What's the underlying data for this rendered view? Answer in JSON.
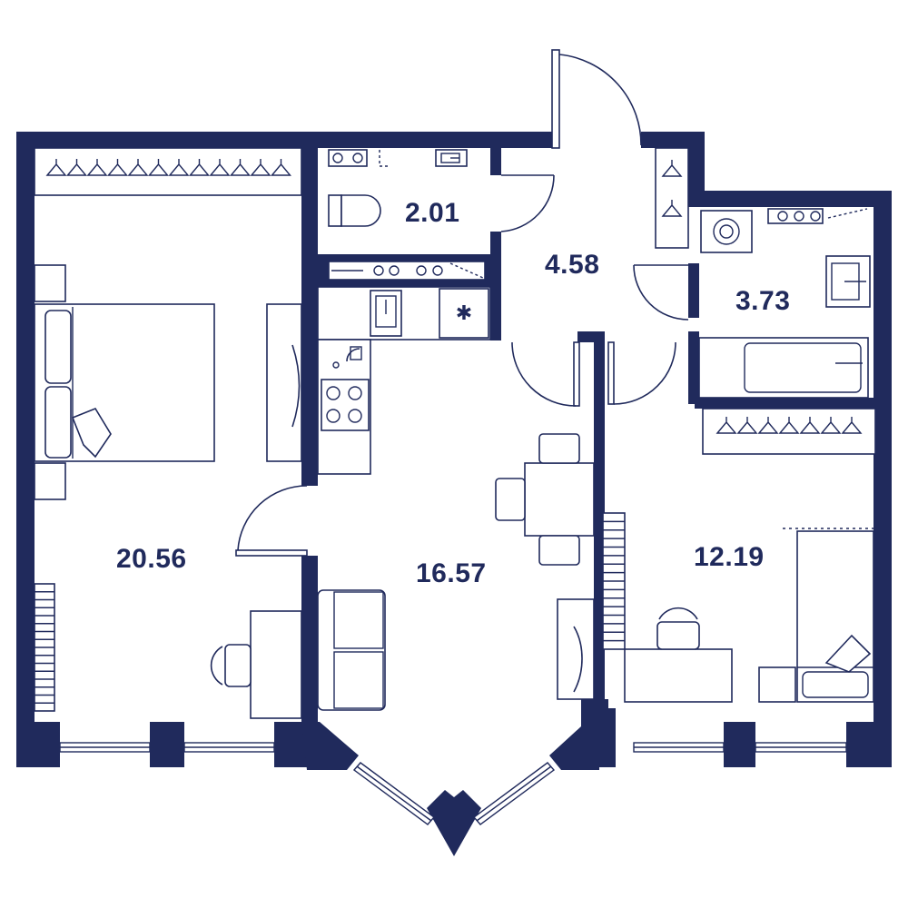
{
  "colors": {
    "wall": "#202a5c",
    "line": "#202a5c",
    "label": "#202a5c",
    "background": "#ffffff"
  },
  "rooms": {
    "bedroom_left": {
      "area": "20.56"
    },
    "kitchen_living": {
      "area": "16.57"
    },
    "toilet": {
      "area": "2.01"
    },
    "hallway": {
      "area": "4.58"
    },
    "bathroom": {
      "area": "3.73"
    },
    "bedroom_right": {
      "area": "12.19"
    }
  },
  "icons": [
    "hanger-icon",
    "bed-icon",
    "desk-icon",
    "chair-icon",
    "sofa-icon",
    "dining-table-icon",
    "sink-icon",
    "stove-icon",
    "fridge-icon",
    "toilet-icon",
    "bathtub-icon",
    "washing-machine-icon",
    "radiator-icon",
    "door-icon",
    "window-icon"
  ]
}
